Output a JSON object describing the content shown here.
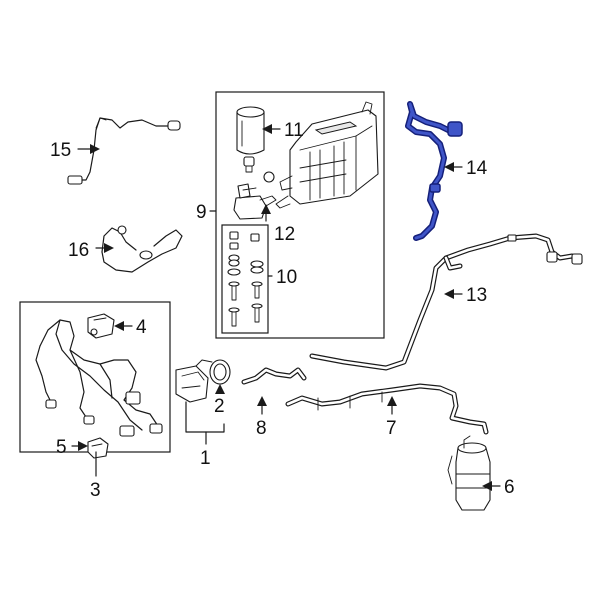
{
  "highlight_color": "#2a3aa8",
  "callouts": {
    "c1": "1",
    "c2": "2",
    "c3": "3",
    "c4": "4",
    "c5": "5",
    "c6": "6",
    "c7": "7",
    "c8": "8",
    "c9": "9",
    "c10": "10",
    "c11": "11",
    "c12": "12",
    "c13": "13",
    "c14": "14",
    "c15": "15",
    "c16": "16"
  },
  "highlighted_part": "14"
}
